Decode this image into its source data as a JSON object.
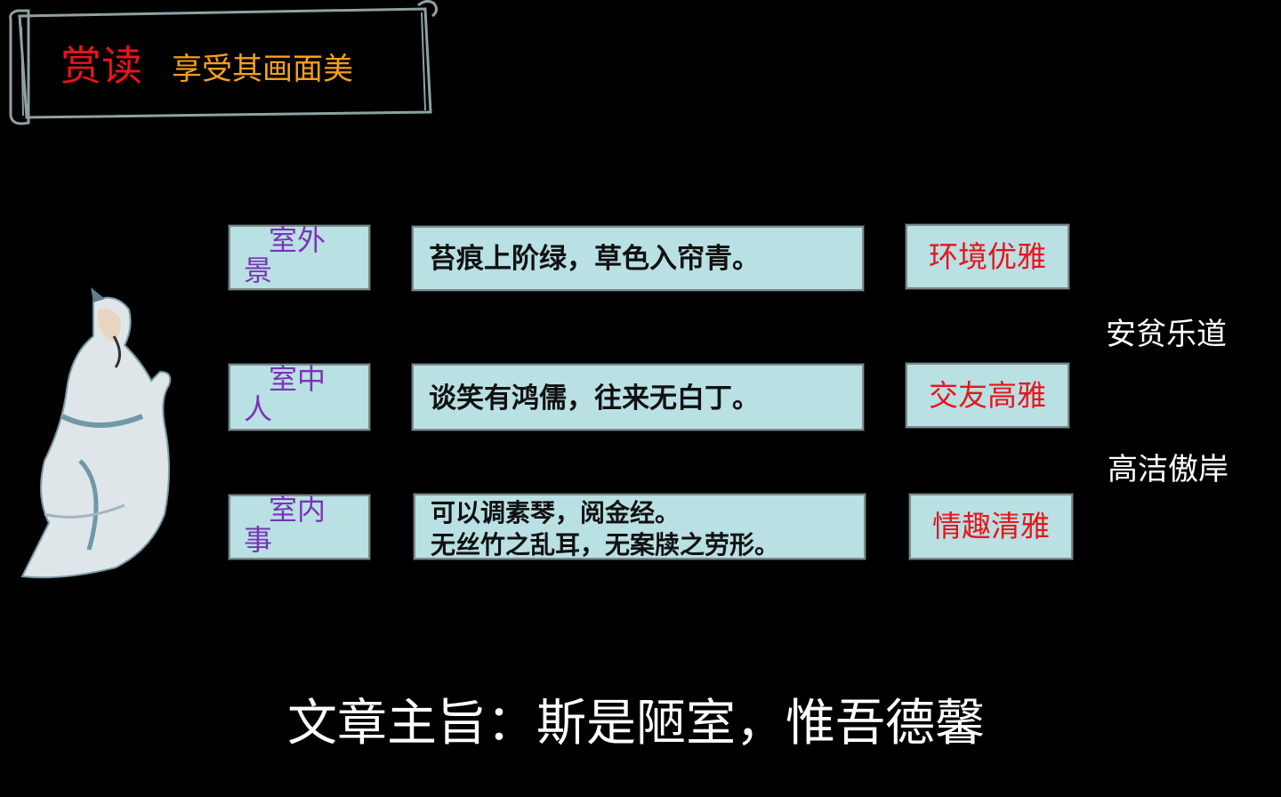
{
  "header": {
    "title": "赏读",
    "subtitle": "享受其画面美"
  },
  "rows": [
    {
      "category": {
        "line1": "室外",
        "line2": "景"
      },
      "quote": [
        "苔痕上阶绿，草色入帘青。"
      ],
      "mood": "环境优雅"
    },
    {
      "category": {
        "line1": "室中",
        "line2": "人"
      },
      "quote": [
        "谈笑有鸿儒，往来无白丁。"
      ],
      "mood": "交友高雅"
    },
    {
      "category": {
        "line1": "室内",
        "line2": "事"
      },
      "quote": [
        "可以调素琴，阅金经。",
        "无丝竹之乱耳，无案牍之劳形。"
      ],
      "mood": "情趣清雅"
    }
  ],
  "conclusions": [
    "安贫乐道",
    "高洁傲岸"
  ],
  "theme": "文章主旨：斯是陋室，惟吾德馨",
  "colors": {
    "background": "#000000",
    "box_fill": "#b9e0e3",
    "category_text": "#7a34b5",
    "mood_text": "#e8141b",
    "title_red": "#e8141b",
    "title_orange": "#f6a01a"
  }
}
